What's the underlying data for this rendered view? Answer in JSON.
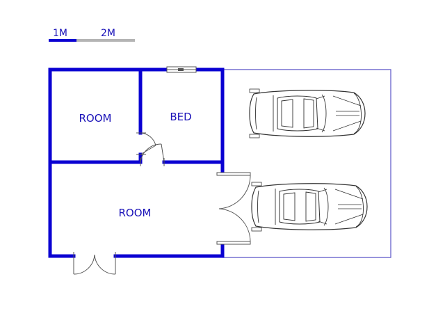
{
  "scale": {
    "label_1": "1M",
    "label_2": "2M"
  },
  "rooms": {
    "top_left": "ROOM",
    "top_right": "BED",
    "bottom": "ROOM"
  },
  "colors": {
    "wall": "#0a00d2",
    "label": "#1a12b8",
    "carport_outline": "#5a55c8",
    "scale_done": "#0a00d2",
    "scale_remaining": "#b4b4b4",
    "fixture": "#555555",
    "car_line": "#333333"
  },
  "icons": {
    "car": "car-icon",
    "door": "door-swing-icon",
    "window": "window-icon"
  }
}
